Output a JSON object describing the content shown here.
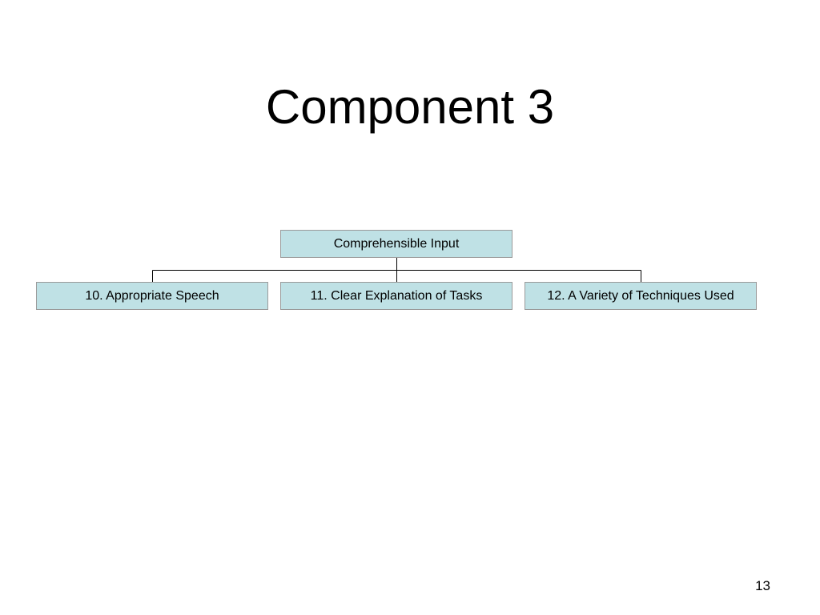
{
  "slide": {
    "title": "Component 3",
    "page_number": "13"
  },
  "diagram": {
    "root": {
      "label": "Comprehensible Input"
    },
    "children": [
      {
        "label": "10. Appropriate Speech"
      },
      {
        "label": "11. Clear Explanation of Tasks"
      },
      {
        "label": "12. A Variety of Techniques Used"
      }
    ]
  },
  "colors": {
    "node_fill": "#bfe1e5",
    "node_border": "#9a9a9a",
    "connector": "#000000"
  }
}
